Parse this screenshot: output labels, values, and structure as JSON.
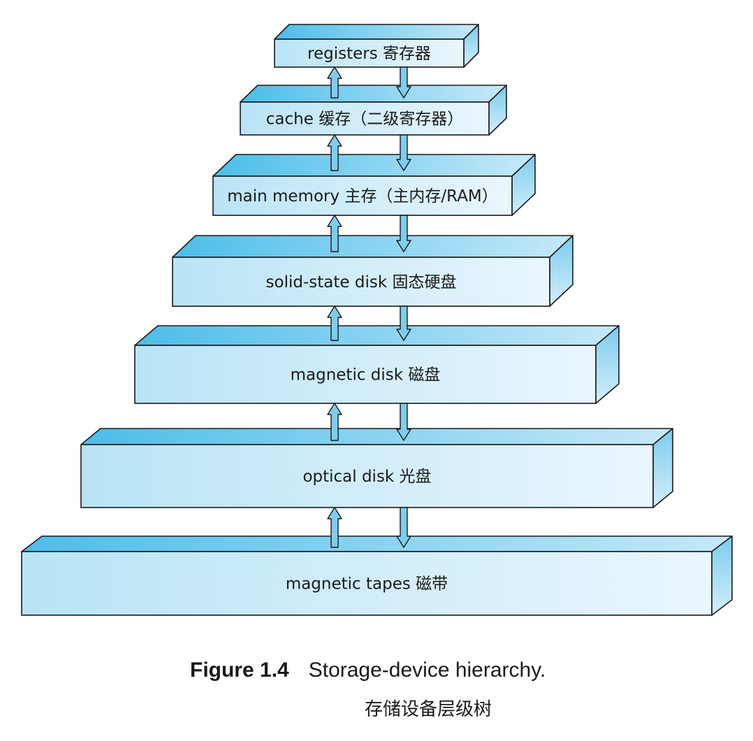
{
  "diagram": {
    "title": "Storage-device hierarchy",
    "layers": [
      {
        "id": "registers",
        "label": "registers 寄存器"
      },
      {
        "id": "cache",
        "label": "cache 缓存（二级寄存器）"
      },
      {
        "id": "main-memory",
        "label": "main memory 主存（主内存/RAM）"
      },
      {
        "id": "solid-state-disk",
        "label": "solid-state disk 固态硬盘"
      },
      {
        "id": "magnetic-disk",
        "label": "magnetic disk 磁盘"
      },
      {
        "id": "optical-disk",
        "label": "optical disk 光盘"
      },
      {
        "id": "magnetic-tapes",
        "label": "magnetic tapes 磁带"
      }
    ],
    "colors": {
      "front_left": "#b9e4f6",
      "front_right": "#eaf6fd",
      "top_left": "#4cbde9",
      "top_right": "#c6e9f8",
      "side_top": "#7ccbef",
      "side_bottom": "#d4eefa",
      "outline": "#1a1a1a",
      "arrow_fill": "#7fcdee"
    }
  },
  "caption": {
    "label": "Figure 1.4",
    "text": "Storage-device hierarchy.",
    "chinese": "存储设备层级树"
  }
}
